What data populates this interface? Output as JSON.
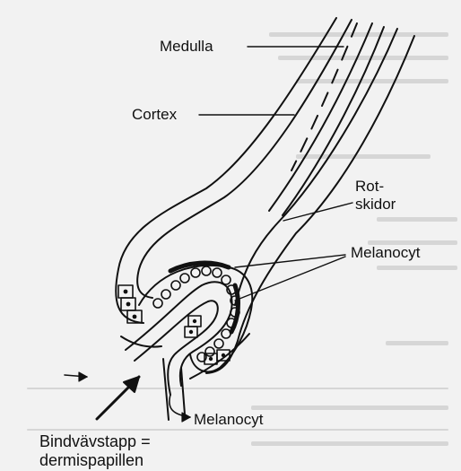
{
  "figure": {
    "labels": {
      "medulla": "Medulla",
      "cortex": "Cortex",
      "rotskidor_line1": "Rot-",
      "rotskidor_line2": "skidor",
      "melanocyt_right": "Melanocyt",
      "melanocyt_bottom": "Melanocyt",
      "bindvav_line1": "Bindvävstapp =",
      "bindvav_line2": "dermispapillen"
    }
  }
}
